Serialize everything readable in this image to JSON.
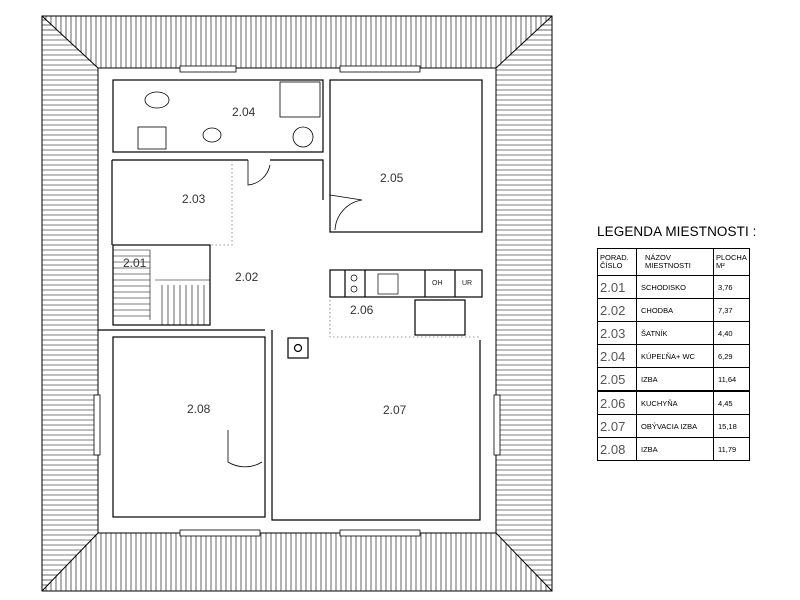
{
  "rooms": [
    {
      "label": "2.01"
    },
    {
      "label": "2.02"
    },
    {
      "label": "2.03"
    },
    {
      "label": "2.04"
    },
    {
      "label": "2.05"
    },
    {
      "label": "2.06"
    },
    {
      "label": "2.07"
    },
    {
      "label": "2.08"
    }
  ],
  "fixtures": {
    "oven_label": "OH",
    "fridge_label": "UR"
  },
  "legend": {
    "title": "LEGENDA MIESTNOSTI :",
    "headers": {
      "number": [
        "PORAD.",
        "ČÍSLO"
      ],
      "name": [
        "NÁZOV",
        "MIESTNOSTI"
      ],
      "area": [
        "PLOCHA",
        "M²"
      ]
    },
    "rows": [
      {
        "number": "2.01",
        "name": "SCHODISKO",
        "area": "3,76"
      },
      {
        "number": "2.02",
        "name": "CHODBA",
        "area": "7,37"
      },
      {
        "number": "2.03",
        "name": "ŠATNÍK",
        "area": "4,40"
      },
      {
        "number": "2.04",
        "name": "KÚPEĽŇA+ WC",
        "area": "6,29"
      },
      {
        "number": "2.05",
        "name": "IZBA",
        "area": "11,64"
      },
      {
        "number": "2.06",
        "name": "KUCHYŇA",
        "area": "4,45"
      },
      {
        "number": "2.07",
        "name": "OBÝVACIA IZBA",
        "area": "15,18"
      },
      {
        "number": "2.08",
        "name": "IZBA",
        "area": "11,79"
      }
    ]
  }
}
